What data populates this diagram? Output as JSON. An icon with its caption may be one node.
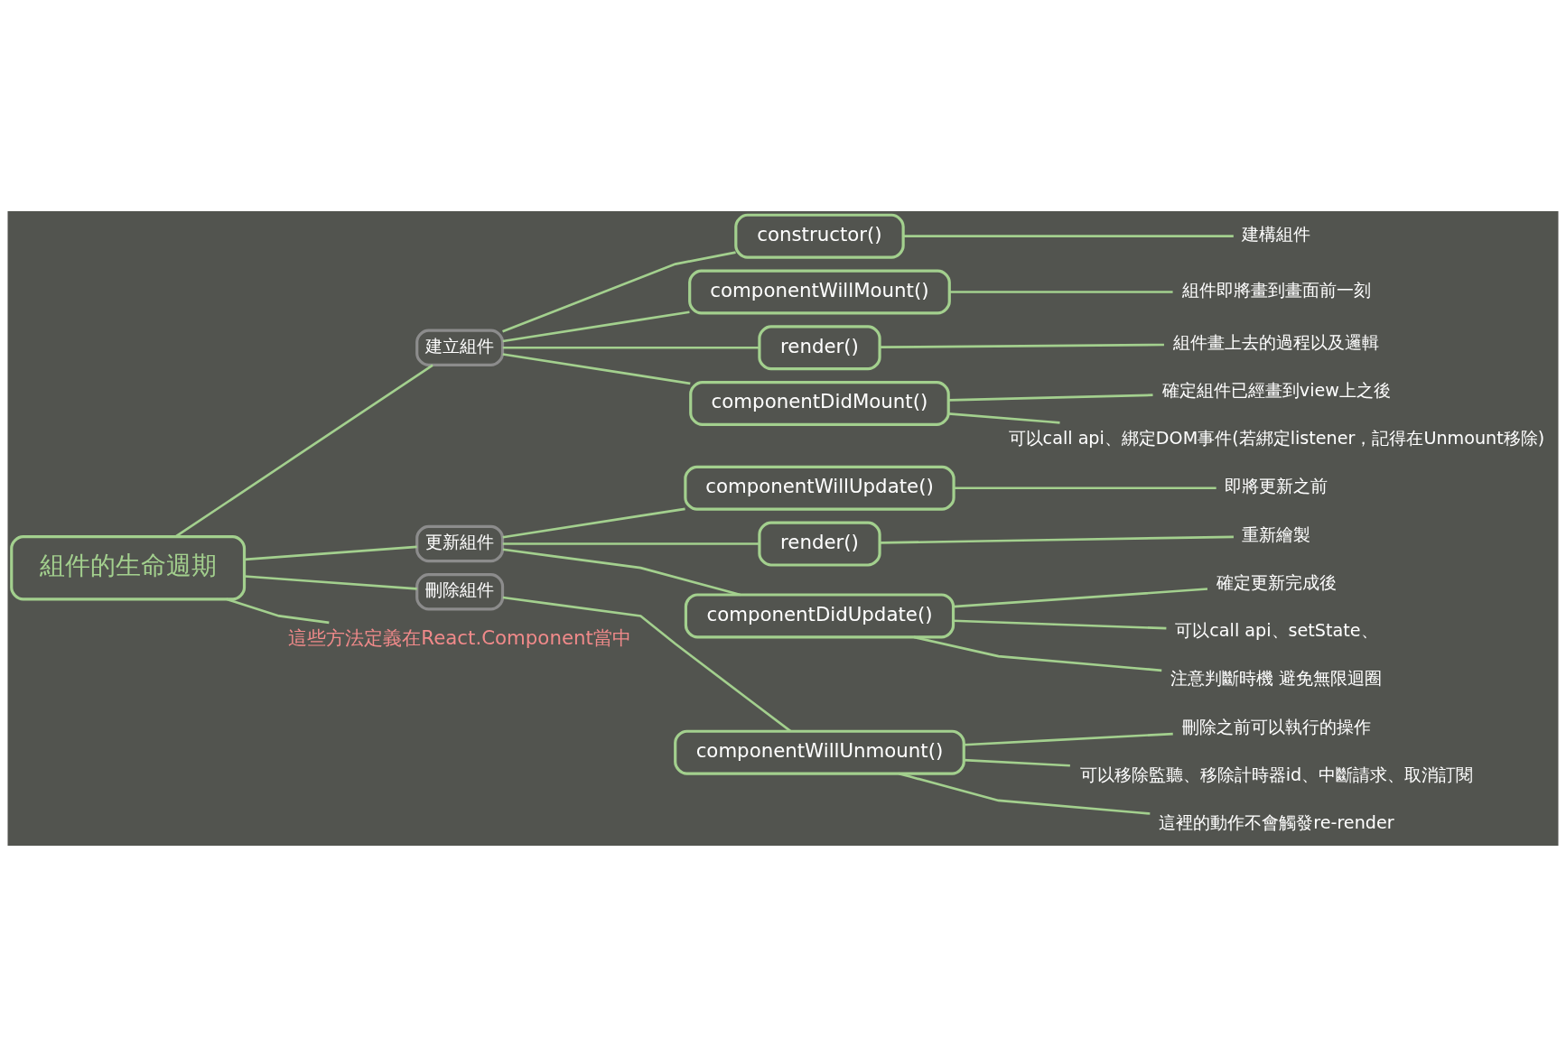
{
  "diagram": {
    "nodes": [
      {
        "text": [
          "組件的生命週期"
        ]
      },
      {
        "text": [
          "建立組件"
        ]
      },
      {
        "text": [
          "constructor()"
        ]
      },
      {
        "text": [
          "建構組件"
        ]
      },
      {
        "text": [
          "componentWillMount()"
        ]
      },
      {
        "text": [
          "組件即將畫到畫面前一刻"
        ]
      },
      {
        "text": [
          "render()"
        ]
      },
      {
        "text": [
          "組件畫上去的過程以及邏輯"
        ]
      },
      {
        "text": [
          "componentDidMount()"
        ]
      },
      {
        "text": [
          "確定組件已經畫到view上之後"
        ]
      },
      {
        "text": [
          "可以call api、綁定DOM事件(若綁定listener，記得在Unmount移除)"
        ]
      },
      {
        "text": [
          "更新組件"
        ]
      },
      {
        "text": [
          "componentWillUpdate()"
        ]
      },
      {
        "text": [
          "即將更新之前"
        ]
      },
      {
        "text": [
          "render()"
        ]
      },
      {
        "text": [
          "重新繪製"
        ]
      },
      {
        "text": [
          "componentDidUpdate()"
        ]
      },
      {
        "text": [
          "確定更新完成後"
        ]
      },
      {
        "text": [
          "可以call api、setState、"
        ]
      },
      {
        "text": [
          "注意判斷時機 避免無限迴圈"
        ]
      },
      {
        "text": [
          "刪除組件"
        ]
      },
      {
        "text": [
          "componentWillUnmount()"
        ]
      },
      {
        "text": [
          "刪除之前可以執行的操作"
        ]
      },
      {
        "text": [
          "可以移除監聽、移除計時器id、中斷請求、取消訂閱"
        ]
      },
      {
        "text": [
          "這裡的動作不會觸發re-render"
        ]
      },
      {
        "text": [
          "這些方法定義在React.Component當中"
        ]
      }
    ],
    "edges": [
      {
        "from": 0,
        "to": 1,
        "arrow": "none"
      },
      {
        "from": 1,
        "to": 2,
        "arrow": "none"
      },
      {
        "from": 2,
        "to": 3,
        "arrow": "none"
      },
      {
        "from": 1,
        "to": 4,
        "arrow": "none"
      },
      {
        "from": 4,
        "to": 5,
        "arrow": "none"
      },
      {
        "from": 1,
        "to": 6,
        "arrow": "none"
      },
      {
        "from": 6,
        "to": 7,
        "arrow": "none"
      },
      {
        "from": 1,
        "to": 8,
        "arrow": "none"
      },
      {
        "from": 8,
        "to": 9,
        "arrow": "none"
      },
      {
        "from": 8,
        "to": 10,
        "arrow": "none"
      },
      {
        "from": 0,
        "to": 11,
        "arrow": "none"
      },
      {
        "from": 11,
        "to": 12,
        "arrow": "none"
      },
      {
        "from": 12,
        "to": 13,
        "arrow": "none"
      },
      {
        "from": 11,
        "to": 14,
        "arrow": "none"
      },
      {
        "from": 14,
        "to": 15,
        "arrow": "none"
      },
      {
        "from": 11,
        "to": 16,
        "arrow": "none"
      },
      {
        "from": 16,
        "to": 17,
        "arrow": "none"
      },
      {
        "from": 16,
        "to": 18,
        "arrow": "none"
      },
      {
        "from": 16,
        "to": 19,
        "arrow": "none"
      },
      {
        "from": 0,
        "to": 20,
        "arrow": "none"
      },
      {
        "from": 20,
        "to": 21,
        "arrow": "none"
      },
      {
        "from": 21,
        "to": 22,
        "arrow": "none"
      },
      {
        "from": 21,
        "to": 23,
        "arrow": "none"
      },
      {
        "from": 21,
        "to": 24,
        "arrow": "none"
      },
      {
        "from": 0,
        "to": 25,
        "arrow": "none"
      }
    ]
  }
}
